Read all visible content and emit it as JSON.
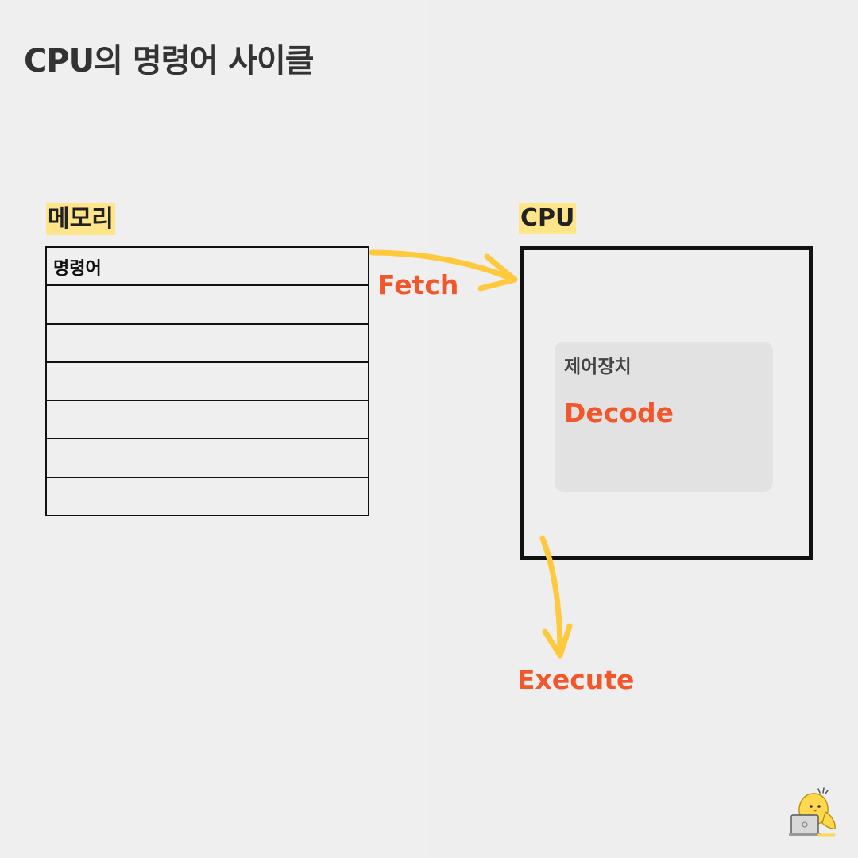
{
  "title": "CPU의 명령어 사이클",
  "memory": {
    "label": "메모리",
    "rows": [
      "명령어",
      "",
      "",
      "",
      "",
      "",
      ""
    ]
  },
  "cpu": {
    "label": "CPU",
    "control_unit": {
      "label": "제어장치",
      "step": "Decode"
    }
  },
  "steps": {
    "fetch": "Fetch",
    "execute": "Execute"
  },
  "colors": {
    "background": "#efefef",
    "highlight": "#ffe58a",
    "step_text": "#f2572b",
    "arrow": "#ffc93d",
    "control_unit_bg": "#e2e2e2"
  },
  "icons": {
    "mascot": "chick-with-laptop-icon"
  }
}
